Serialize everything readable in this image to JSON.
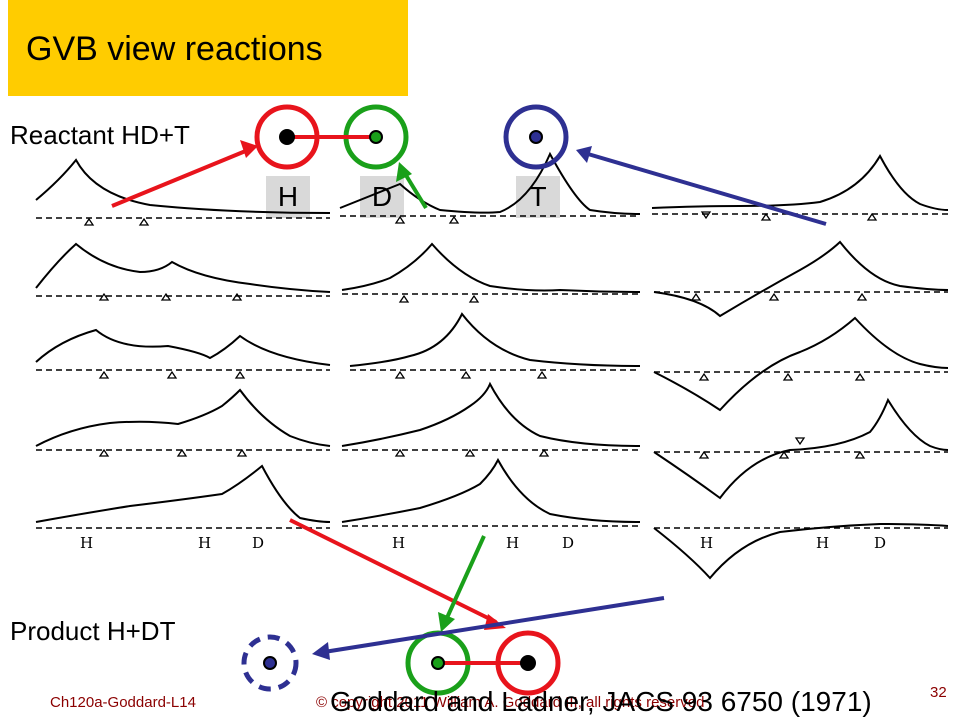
{
  "slide": {
    "title": "GVB view reactions",
    "reactant_label": "Reactant HD+T",
    "product_label": "Product H+DT",
    "atom_tags": [
      "H",
      "D",
      "T"
    ],
    "panel_atom_labels": [
      "H",
      "H",
      "D"
    ],
    "citation": "Goddard and Ladner, JACS 93 6750 (1971)",
    "footer_course": "Ch120a-Goddard-L14",
    "footer_copyright": "© copyright 2011 William A. Goddard III, all rights reserved",
    "page_number": "32"
  },
  "colors": {
    "title_bg": "#ffcc00",
    "orbital_H": "#e8141c",
    "orbital_D": "#1aa01a",
    "orbital_T": "#2e3092",
    "tag_bg": "#d9d9d9",
    "footer_text": "#8b0000"
  }
}
